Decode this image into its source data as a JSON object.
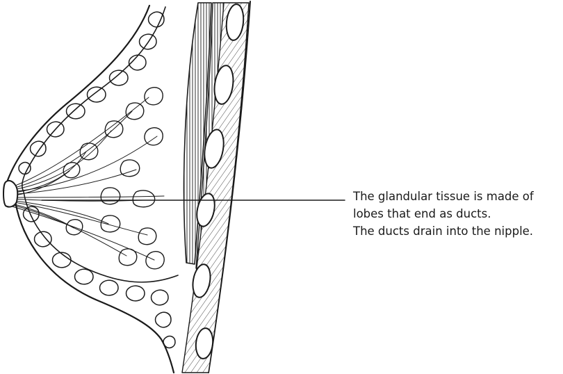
{
  "diagram": {
    "colors": {
      "ink": "#1a1a1a",
      "background": "#ffffff"
    },
    "annotation": {
      "lines": [
        "The glandular tissue is made of",
        "lobes that end as ducts.",
        "The ducts drain into the nipple."
      ]
    }
  }
}
